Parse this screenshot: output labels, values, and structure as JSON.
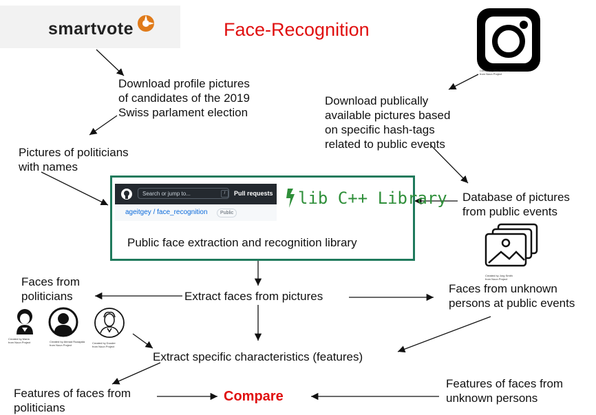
{
  "title": "Face-Recognition",
  "logos": {
    "smartvote": "smartvote",
    "instagram": "instagram-icon",
    "dlib": "lib C++ Library",
    "github_search": "Search or jump to...",
    "github_slash": "/",
    "github_pull": "Pull requests",
    "github_repo": "ageitgey / face_recognition",
    "github_badge": "Public"
  },
  "credits": {
    "instagram": [
      "Created by Mas Dhimas",
      "from Noun Project"
    ],
    "pictures": [
      "Created by Jorg Smith",
      "from Noun Project"
    ],
    "woman": [
      "Created by Maria",
      "from Noun Project"
    ],
    "man": [
      "Created by Ahmad Roaayala",
      "from Noun Project"
    ],
    "old_man": [
      "Created by Dooder",
      "from Noun Project"
    ]
  },
  "nodes": {
    "download_profile": [
      "Download profile pictures",
      "of candidates of the 2019",
      "Swiss parlament election"
    ],
    "pictures_politicians": [
      "Pictures of politicians",
      "with names"
    ],
    "download_public": [
      "Download publically",
      "available pictures based",
      "on specific hash-tags",
      "related to public events"
    ],
    "database_public": [
      "Database of pictures",
      "from public events"
    ],
    "library": "Public face extraction and recognition library",
    "faces_politicians": [
      "Faces from",
      "politicians"
    ],
    "extract_faces": "Extract faces from pictures",
    "faces_unknown": [
      "Faces from unknown",
      "persons at public events"
    ],
    "extract_features": "Extract specific characteristics (features)",
    "features_politicians": [
      "Features of faces from",
      "politicians"
    ],
    "compare": "Compare",
    "features_unknown": [
      "Features of faces from",
      "unknown persons"
    ]
  },
  "colors": {
    "title": "#e01010",
    "compare": "#e01010",
    "library_border": "#1f7a5c",
    "dlib": "#2f8f3a",
    "smartvote_accent": "#e07b1a"
  }
}
